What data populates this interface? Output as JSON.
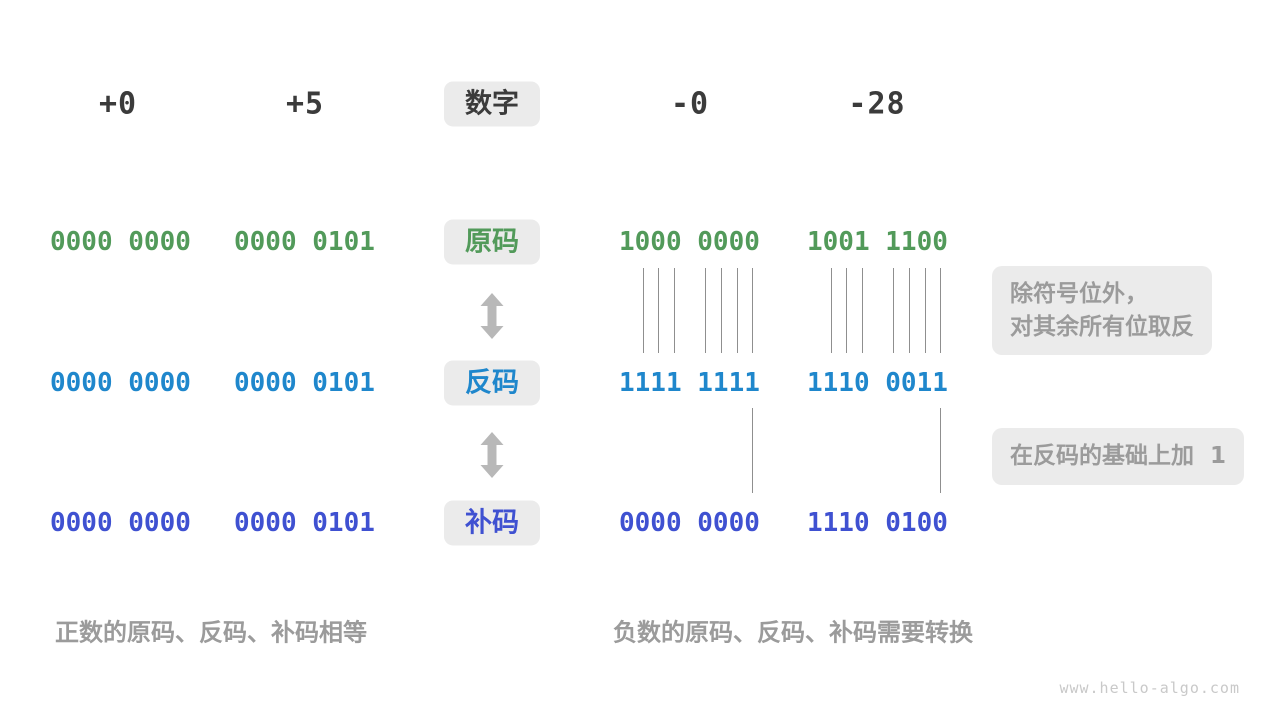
{
  "page": {
    "watermark": "www.hello-algo.com"
  },
  "colors": {
    "header_text": "#3b3b3b",
    "sign_magnitude": "#529a5a",
    "ones_complement": "#1f87cc",
    "twos_complement": "#3f51d1",
    "muted_text": "#9b9b9b",
    "tick_line": "#8f8f8f",
    "arrow": "#b8b8b8",
    "watermark_text": "#c9c9c9",
    "box_bg": "#ebebeb"
  },
  "header": {
    "numbers": [
      "+0",
      "+5",
      "-0",
      "-28"
    ],
    "label": "数字"
  },
  "rows": [
    {
      "id": "sign_magnitude",
      "label": "原码",
      "values": [
        "0000 0000",
        "0000 0101",
        "1000 0000",
        "1001 1100"
      ]
    },
    {
      "id": "ones_complement",
      "label": "反码",
      "values": [
        "0000 0000",
        "0000 0101",
        "1111 1111",
        "1110 0011"
      ]
    },
    {
      "id": "twos_complement",
      "label": "补码",
      "values": [
        "0000 0000",
        "0000 0101",
        "0000 0000",
        "1110 0100"
      ]
    }
  ],
  "annotations": [
    {
      "id": "invert",
      "lines": [
        "除符号位外，",
        "对其余所有位取反"
      ]
    },
    {
      "id": "addone",
      "lines": [
        "在反码的基础上加  1"
      ]
    }
  ],
  "ticks": {
    "invert_bits_indices": [
      1,
      2,
      3,
      5,
      6,
      7,
      8
    ],
    "add_one_indices": [
      8
    ]
  },
  "captions": {
    "positive": "正数的原码、反码、补码相等",
    "negative": "负数的原码、反码、补码需要转换"
  }
}
